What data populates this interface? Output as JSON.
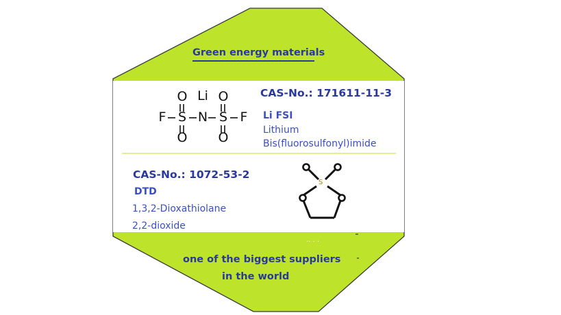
{
  "banner": {
    "title": "Green energy materials",
    "slogan_line1": "one of the biggest suppliers",
    "slogan_line2": "in the world",
    "dots": ".. . .",
    "accent_color": "#bde32b",
    "text_color": "#2a3a9a"
  },
  "compound1": {
    "cas": "CAS-No.: 171611-11-3",
    "short_name": "Li FSI",
    "name_line1": "Lithium",
    "name_line2": "Bis(fluorosulfonyl)imide",
    "formula_atoms": {
      "li": "Li",
      "o_top_left": "O",
      "o_top_right": "O",
      "f_left": "F",
      "s_left": "S",
      "n": "N",
      "s_right": "S",
      "f_right": "F",
      "o_bottom_left": "O",
      "o_bottom_right": "O"
    }
  },
  "compound2": {
    "cas": "CAS-No.: 1072-53-2",
    "short_name": "DTD",
    "name_line1": "1,3,2-Dioxathiolane",
    "name_line2": "2,2-dioxide",
    "ring_atoms": {
      "s": "S",
      "o_left": "O",
      "o_right": "O",
      "o_top_left": "O",
      "o_top_right": "O"
    }
  }
}
